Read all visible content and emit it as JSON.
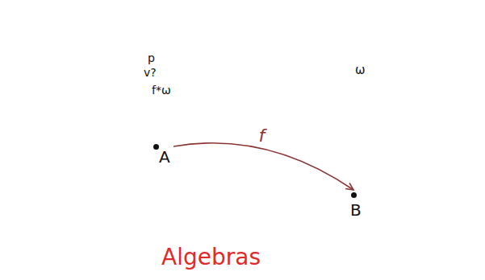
{
  "diagram": {
    "nodes": [
      {
        "text": [
          "Algebras"
        ]
      },
      {
        "text": [
          "A"
        ],
        "in": 0
      },
      {
        "text": [
          "B"
        ],
        "in": 0
      },
      {
        "text": [
          "p",
          "v?",
          "f*ω"
        ]
      },
      {
        "text": [
          "ω"
        ]
      }
    ],
    "edges": [
      {
        "from": 1,
        "to": 2,
        "label": "f",
        "arrow": "to"
      }
    ]
  }
}
